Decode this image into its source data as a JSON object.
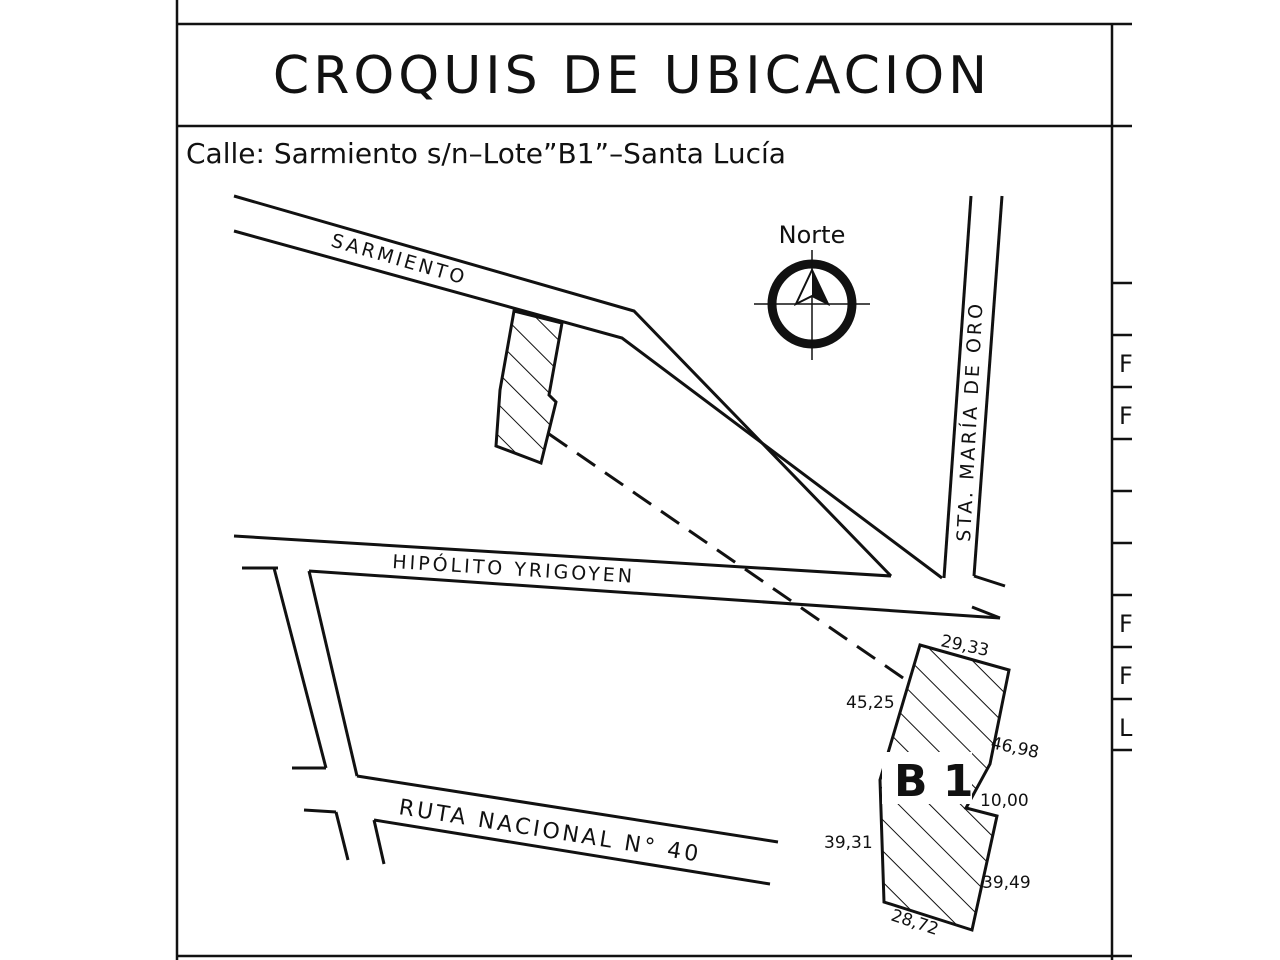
{
  "header": {
    "title": "CROQUIS DE UBICACION",
    "address": "Calle: Sarmiento s/n–Lote”B1”–Santa Lucía"
  },
  "compass": {
    "label": "Norte",
    "icon": "north-arrow-icon"
  },
  "streets": {
    "sarmiento": "SARMIENTO",
    "hipolito": "HIPÓLITO YRIGOYEN",
    "ruta": "RUTA NACIONAL N° 40",
    "sta_maria": "STA. MARÍA DE ORO"
  },
  "lot": {
    "name": "B 1",
    "dimensions": {
      "top": "29,33",
      "left_upper": "45,25",
      "right_upper": "46,98",
      "notch": "10,00",
      "left_lower": "39,31",
      "right_lower": "39,49",
      "bottom": "28,72"
    }
  },
  "side_table": {
    "cells": [
      "F",
      "F",
      "F",
      "F",
      "L"
    ]
  }
}
